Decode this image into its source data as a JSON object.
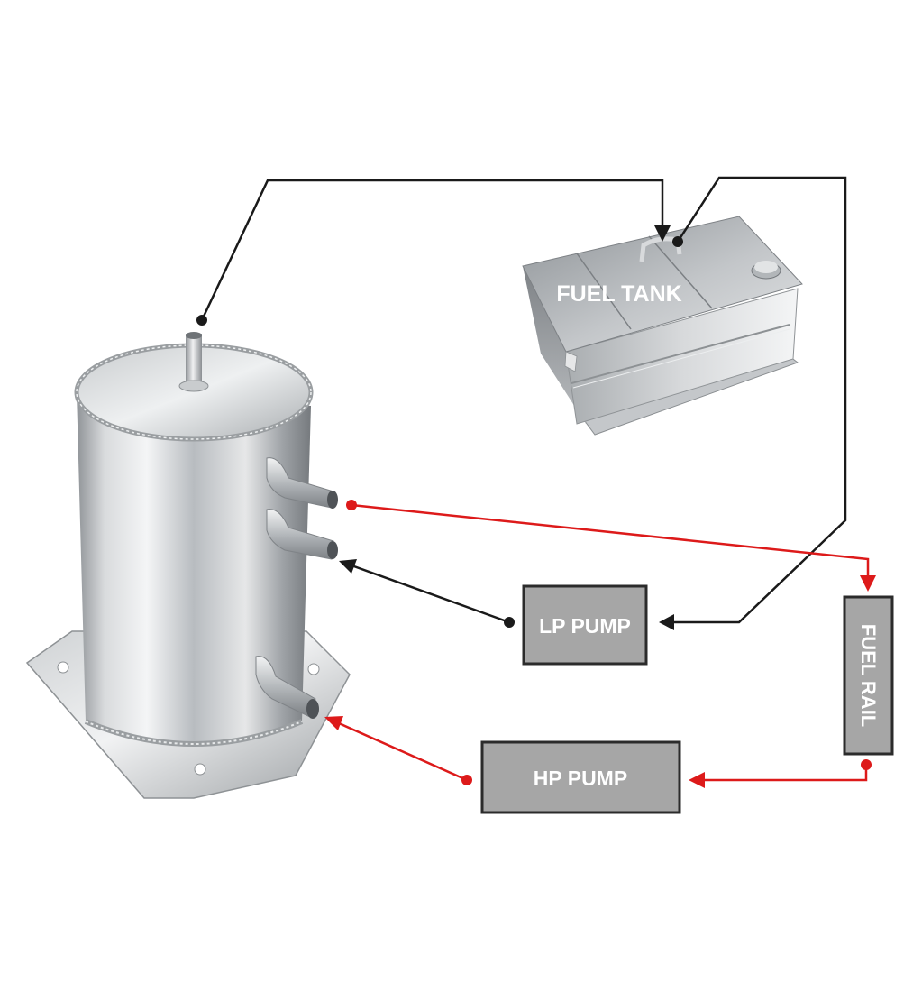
{
  "labels": {
    "fuel_tank": "FUEL TANK",
    "lp_pump": "LP PUMP",
    "hp_pump": "HP PUMP",
    "fuel_rail": "FUEL RAIL"
  },
  "colors": {
    "return_line": "#1a1a1a",
    "pressure_line": "#dd1a1a",
    "box_fill": "#a6a6a6",
    "box_border": "#2b2b2b",
    "label_on_box": "#ffffff"
  }
}
